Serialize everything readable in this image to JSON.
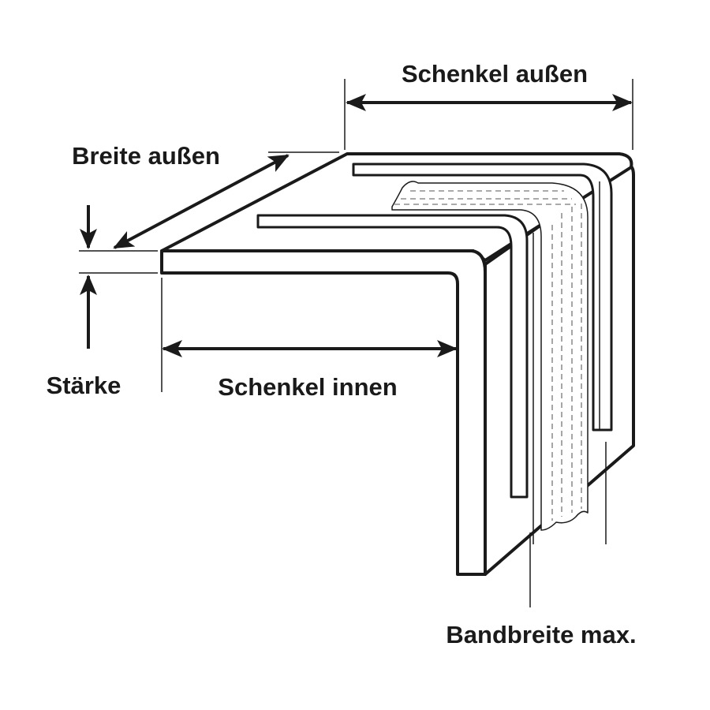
{
  "labels": {
    "schenkel_aussen": "Schenkel außen",
    "breite_aussen": "Breite außen",
    "staerke": "Stärke",
    "schenkel_innen": "Schenkel innen",
    "bandbreite_max": "Bandbreite max."
  },
  "colors": {
    "line": "#1a1a1a",
    "background": "#ffffff",
    "tape_dash": "#777777"
  }
}
